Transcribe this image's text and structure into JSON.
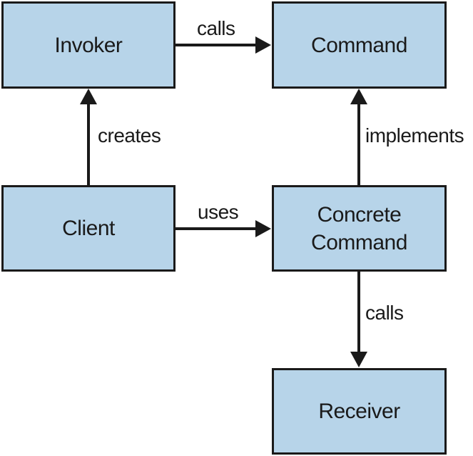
{
  "nodes": {
    "invoker": "Invoker",
    "command": "Command",
    "client": "Client",
    "concrete_command": "Concrete\nCommand",
    "receiver": "Receiver"
  },
  "edges": {
    "invoker_to_command": "calls",
    "client_to_invoker": "creates",
    "concrete_to_command": "implements",
    "client_to_concrete": "uses",
    "concrete_to_receiver": "calls"
  },
  "colors": {
    "node_fill": "#b7d4e9",
    "stroke": "#1a1a1a"
  }
}
